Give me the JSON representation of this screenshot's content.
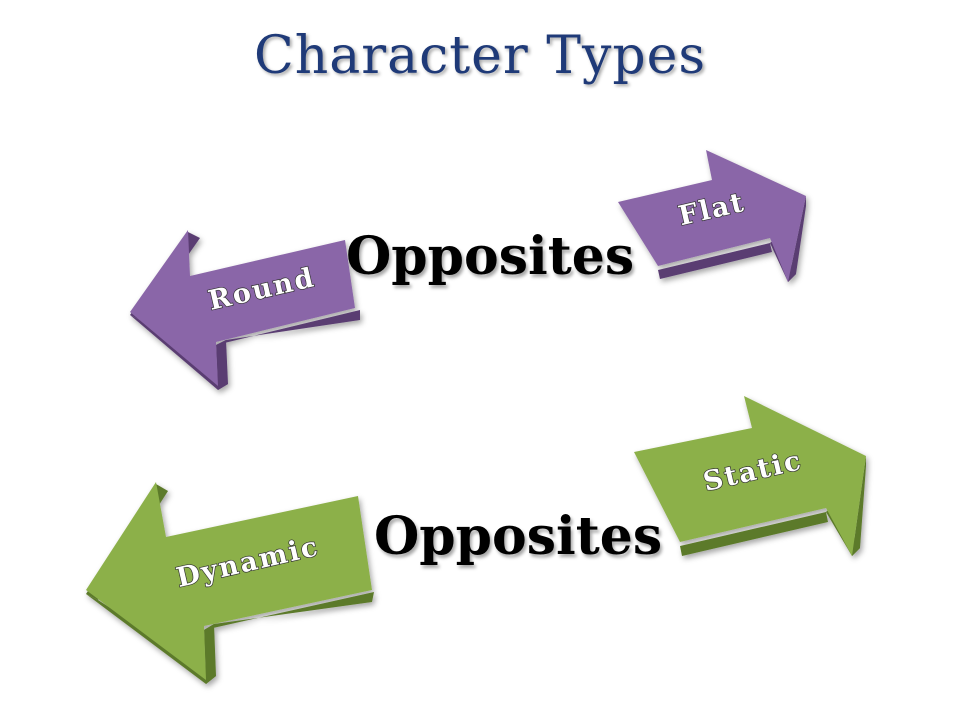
{
  "title": "Character Types",
  "pairs": [
    {
      "connector": "Opposites",
      "left": "Round",
      "right": "Flat"
    },
    {
      "connector": "Opposites",
      "left": "Dynamic",
      "right": "Static"
    }
  ],
  "colors": {
    "title": "#1f3a78",
    "purple_front": "#8a66a8",
    "purple_side": "#5a3d72",
    "green_front": "#8cb04a",
    "green_side": "#5c7a2a"
  }
}
